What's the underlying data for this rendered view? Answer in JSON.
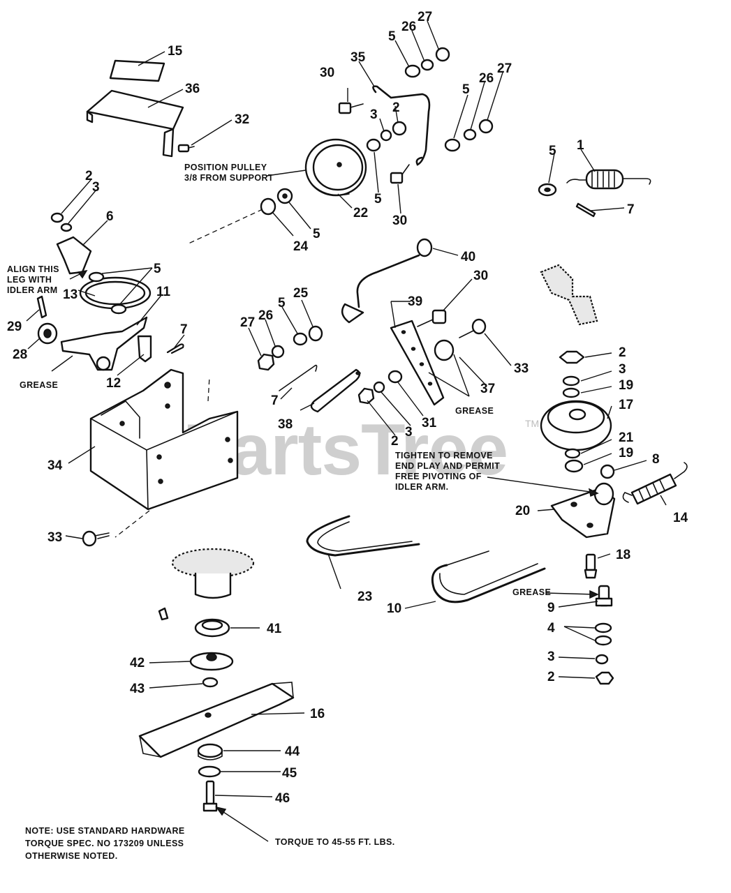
{
  "watermark": {
    "text": "PartsTree",
    "tm": "TM"
  },
  "callouts": {
    "c1": "1",
    "c2a": "2",
    "c2b": "2",
    "c2c": "2",
    "c2d": "2",
    "c2e": "2",
    "c3a": "3",
    "c3b": "3",
    "c3c": "3",
    "c3d": "3",
    "c3e": "3",
    "c4": "4",
    "c5a": "5",
    "c5b": "5",
    "c5c": "5",
    "c5d": "5",
    "c5e": "5",
    "c5f": "5",
    "c5g": "5",
    "c6": "6",
    "c7a": "7",
    "c7b": "7",
    "c7c": "7",
    "c8": "8",
    "c9": "9",
    "c10": "10",
    "c11": "11",
    "c12": "12",
    "c13": "13",
    "c14": "14",
    "c15": "15",
    "c16": "16",
    "c17": "17",
    "c18": "18",
    "c19a": "19",
    "c19b": "19",
    "c20": "20",
    "c21": "21",
    "c22": "22",
    "c23": "23",
    "c24": "24",
    "c25": "25",
    "c26a": "26",
    "c26b": "26",
    "c26c": "26",
    "c27a": "27",
    "c27b": "27",
    "c27c": "27",
    "c28": "28",
    "c29": "29",
    "c30a": "30",
    "c30b": "30",
    "c30c": "30",
    "c31": "31",
    "c32": "32",
    "c33a": "33",
    "c33b": "33",
    "c34": "34",
    "c35": "35",
    "c36": "36",
    "c37": "37",
    "c38": "38",
    "c39": "39",
    "c40": "40",
    "c41": "41",
    "c42": "42",
    "c43": "43",
    "c44": "44",
    "c45": "45",
    "c46": "46"
  },
  "notes": {
    "position_pulley_1": "POSITION PULLEY",
    "position_pulley_2": "3/8 FROM SUPPORT",
    "align_1": "ALIGN THIS",
    "align_2": "LEG WITH",
    "align_3": "IDLER ARM",
    "grease_left": "GREASE",
    "grease_mid": "GREASE",
    "grease_right": "GREASE",
    "tighten_1": "TIGHTEN TO REMOVE",
    "tighten_2": "END PLAY AND PERMIT",
    "tighten_3": "FREE PIVOTING OF",
    "tighten_4": "IDLER ARM.",
    "torque_blade": "TORQUE TO 45-55 FT. LBS.",
    "note_1": "NOTE:  USE STANDARD HARDWARE",
    "note_2": "TORQUE SPEC. NO 173209 UNLESS",
    "note_3": "OTHERWISE NOTED."
  }
}
